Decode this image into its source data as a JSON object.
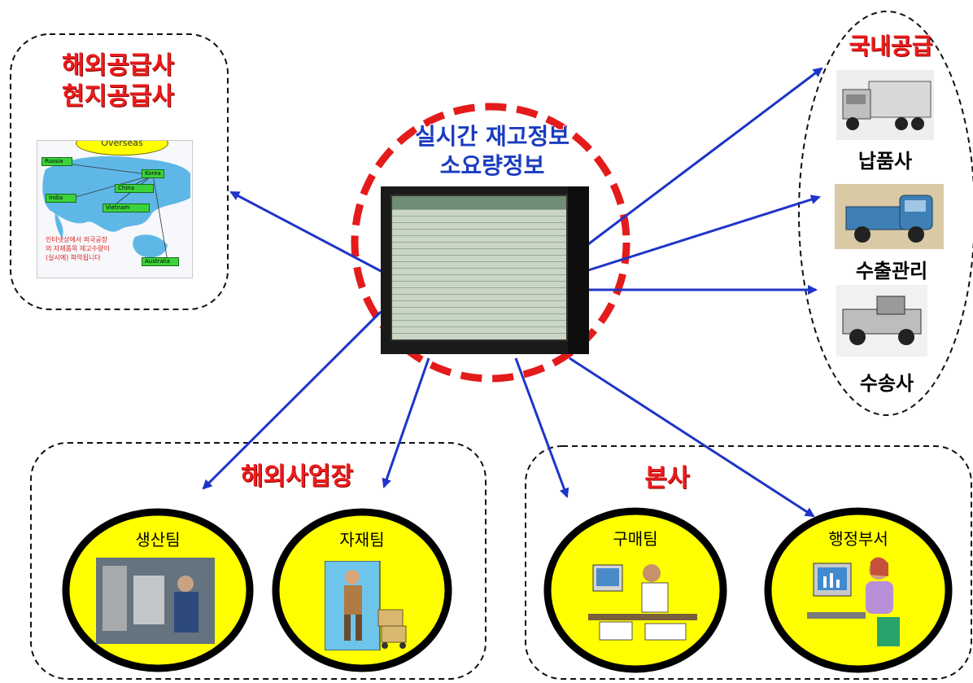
{
  "overseas_supplier": {
    "title_line1": "해외공급사",
    "title_line2": "현지공급사",
    "map": {
      "header": "Overseas",
      "countries": [
        "Russia",
        "Korea",
        "China",
        "India",
        "Vietnam",
        "Australia"
      ],
      "note": [
        "인터넷상에서 외국공장",
        "의 자재품목 재고수량이",
        "(실시에) 파악됩니다"
      ]
    }
  },
  "center": {
    "title_line1": "실시간 재고정보",
    "title_line2": "소요량정보"
  },
  "domestic_supply": {
    "title": "국내공급",
    "items": [
      "납품사",
      "수출관리",
      "수송사"
    ]
  },
  "overseas_site": {
    "title": "해외사업장",
    "teams": [
      "생산팀",
      "자재팀"
    ]
  },
  "headquarters": {
    "title": "본사",
    "teams": [
      "구매팀",
      "행정부서"
    ]
  },
  "colors": {
    "accent_red": "#ee1c1c",
    "title_blue": "#1a3cc0",
    "arrow_blue": "#1e35c8",
    "team_circle_fill": "#ffff00"
  }
}
